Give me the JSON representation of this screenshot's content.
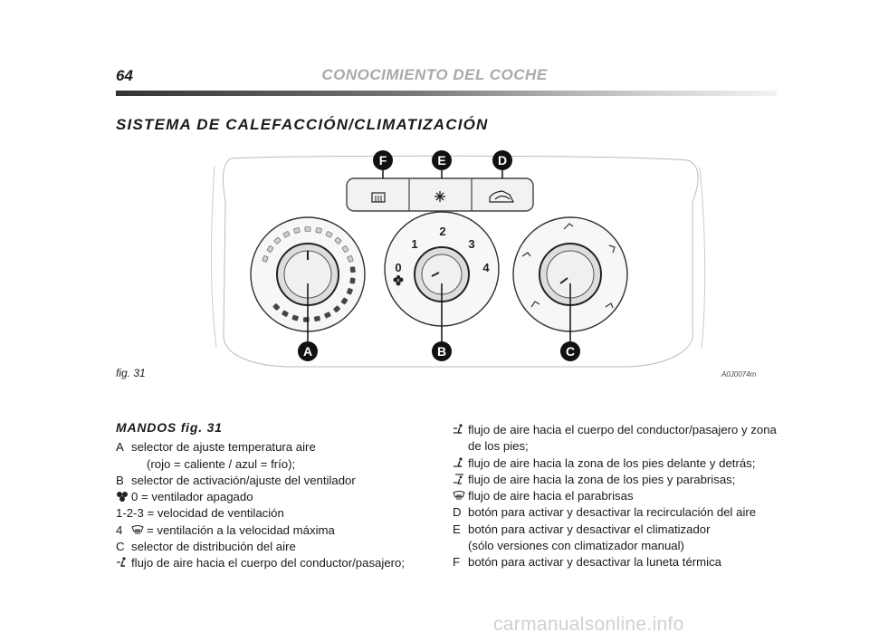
{
  "header": {
    "page_number": "64",
    "running_title": "CONOCIMIENTO DEL COCHE"
  },
  "section_title": "SISTEMA DE CALEFACCIÓN/CLIMATIZACIÓN",
  "figure": {
    "caption": "fig. 31",
    "code": "A0J0074m",
    "callouts": {
      "a": "A",
      "b": "B",
      "c": "C",
      "d": "D",
      "e": "E",
      "f": "F"
    },
    "fan_scale": {
      "s0": "0",
      "s1": "1",
      "s2": "2",
      "s3": "3",
      "s4": "4"
    }
  },
  "controls": {
    "title": "MANDOS fig. 31",
    "left": [
      {
        "key": "A",
        "text": "selector de ajuste temperatura aire"
      },
      {
        "text": "(rojo = caliente / azul = frío);"
      },
      {
        "key": "B",
        "text": "selector de activación/ajuste del ventilador"
      },
      {
        "icon": "fan-icon",
        "text": "0 = ventilador apagado"
      },
      {
        "text": "1-2-3 = velocidad de ventilación"
      },
      {
        "key": "4",
        "icon": "defrost-icon",
        "text": "= ventilación a la velocidad máxima"
      },
      {
        "key": "C",
        "text": "selector de distribución del aire"
      },
      {
        "icon": "airflow-body-icon",
        "text": "flujo de aire hacia el cuerpo del conductor/pasajero;"
      }
    ],
    "right": [
      {
        "icon": "airflow-body-feet-icon",
        "text": "flujo de aire hacia el cuerpo del conductor/pasajero y zona"
      },
      {
        "text": "de los pies;"
      },
      {
        "icon": "airflow-feet-icon",
        "text": "flujo de aire hacia la zona de los pies delante y detrás;"
      },
      {
        "icon": "airflow-feet-windscreen-icon",
        "text": "flujo de aire hacia la zona de los pies y parabrisas;"
      },
      {
        "icon": "windscreen-icon",
        "text": "flujo de aire hacia el parabrisas"
      },
      {
        "key": "D",
        "text": "botón para activar y desactivar la recirculación del aire"
      },
      {
        "key": "E",
        "text": "botón para activar y desactivar el climatizador"
      },
      {
        "text": "(sólo versiones con climatizador manual)"
      },
      {
        "key": "F",
        "text": "botón para activar y desactivar la luneta térmica"
      }
    ]
  },
  "watermark": "carmanualsonline.info"
}
